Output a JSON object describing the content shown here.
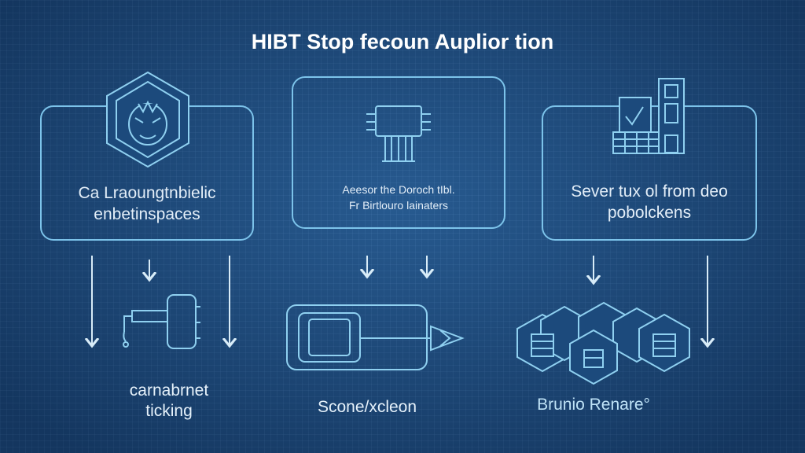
{
  "title": "HIBT Stop fecoun Auplior tion",
  "boxes": [
    {
      "lines": [
        "Ca Lraoungtnbielic",
        "enbetinspaces"
      ],
      "icon": "robot-shield-icon"
    },
    {
      "lines": [
        "Aeesor the Doroch tIbl.",
        "Fr Birtlouro lainaters"
      ],
      "icon": "chip-connector-icon"
    },
    {
      "lines": [
        "Sever tux ol from deo",
        "pobolckens"
      ],
      "icon": "building-documents-icon"
    }
  ],
  "outputs": [
    {
      "lines": [
        "carnabrnet",
        "ticking"
      ],
      "icon": "faucet-device-icon"
    },
    {
      "lines": [
        "Scone/xcleon"
      ],
      "icon": "device-arrow-icon"
    },
    {
      "lines": [
        "Brunio Renare°"
      ],
      "icon": "hexagon-blocks-icon"
    }
  ],
  "colors": {
    "stroke": "#7cc3ea",
    "background": "#1c4a7c"
  }
}
